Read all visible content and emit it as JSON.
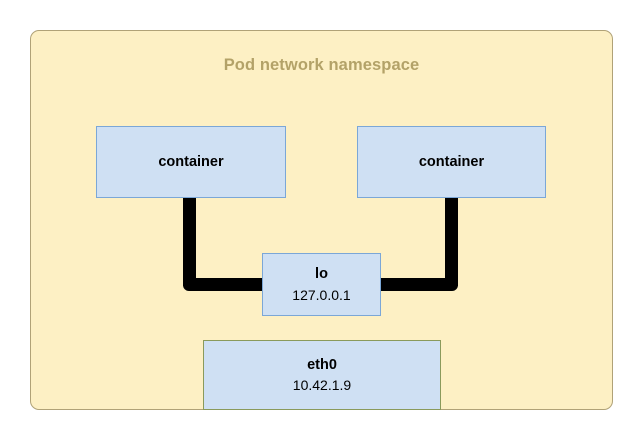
{
  "diagram": {
    "namespace": {
      "label": "Pod network namespace",
      "fill": "#fdf0c4",
      "border": "#b0a277",
      "title_color": "#b3a268"
    },
    "nodes": [
      {
        "name": "container-left",
        "title": "container",
        "subtitle": "",
        "fill": "#cfe0f3",
        "border": "#7ba7d7"
      },
      {
        "name": "container-right",
        "title": "container",
        "subtitle": "",
        "fill": "#cfe0f3",
        "border": "#7ba7d7"
      },
      {
        "name": "lo",
        "title": "lo",
        "subtitle": "127.0.0.1",
        "fill": "#cfe0f3",
        "border": "#7ba7d7"
      },
      {
        "name": "eth0",
        "title": "eth0",
        "subtitle": "10.42.1.9",
        "fill": "#cfe0f3",
        "border": "#8a9a5b"
      }
    ],
    "links": [
      {
        "name": "container-left-to-lo",
        "color": "#000000"
      },
      {
        "name": "container-right-to-lo",
        "color": "#000000"
      }
    ]
  }
}
